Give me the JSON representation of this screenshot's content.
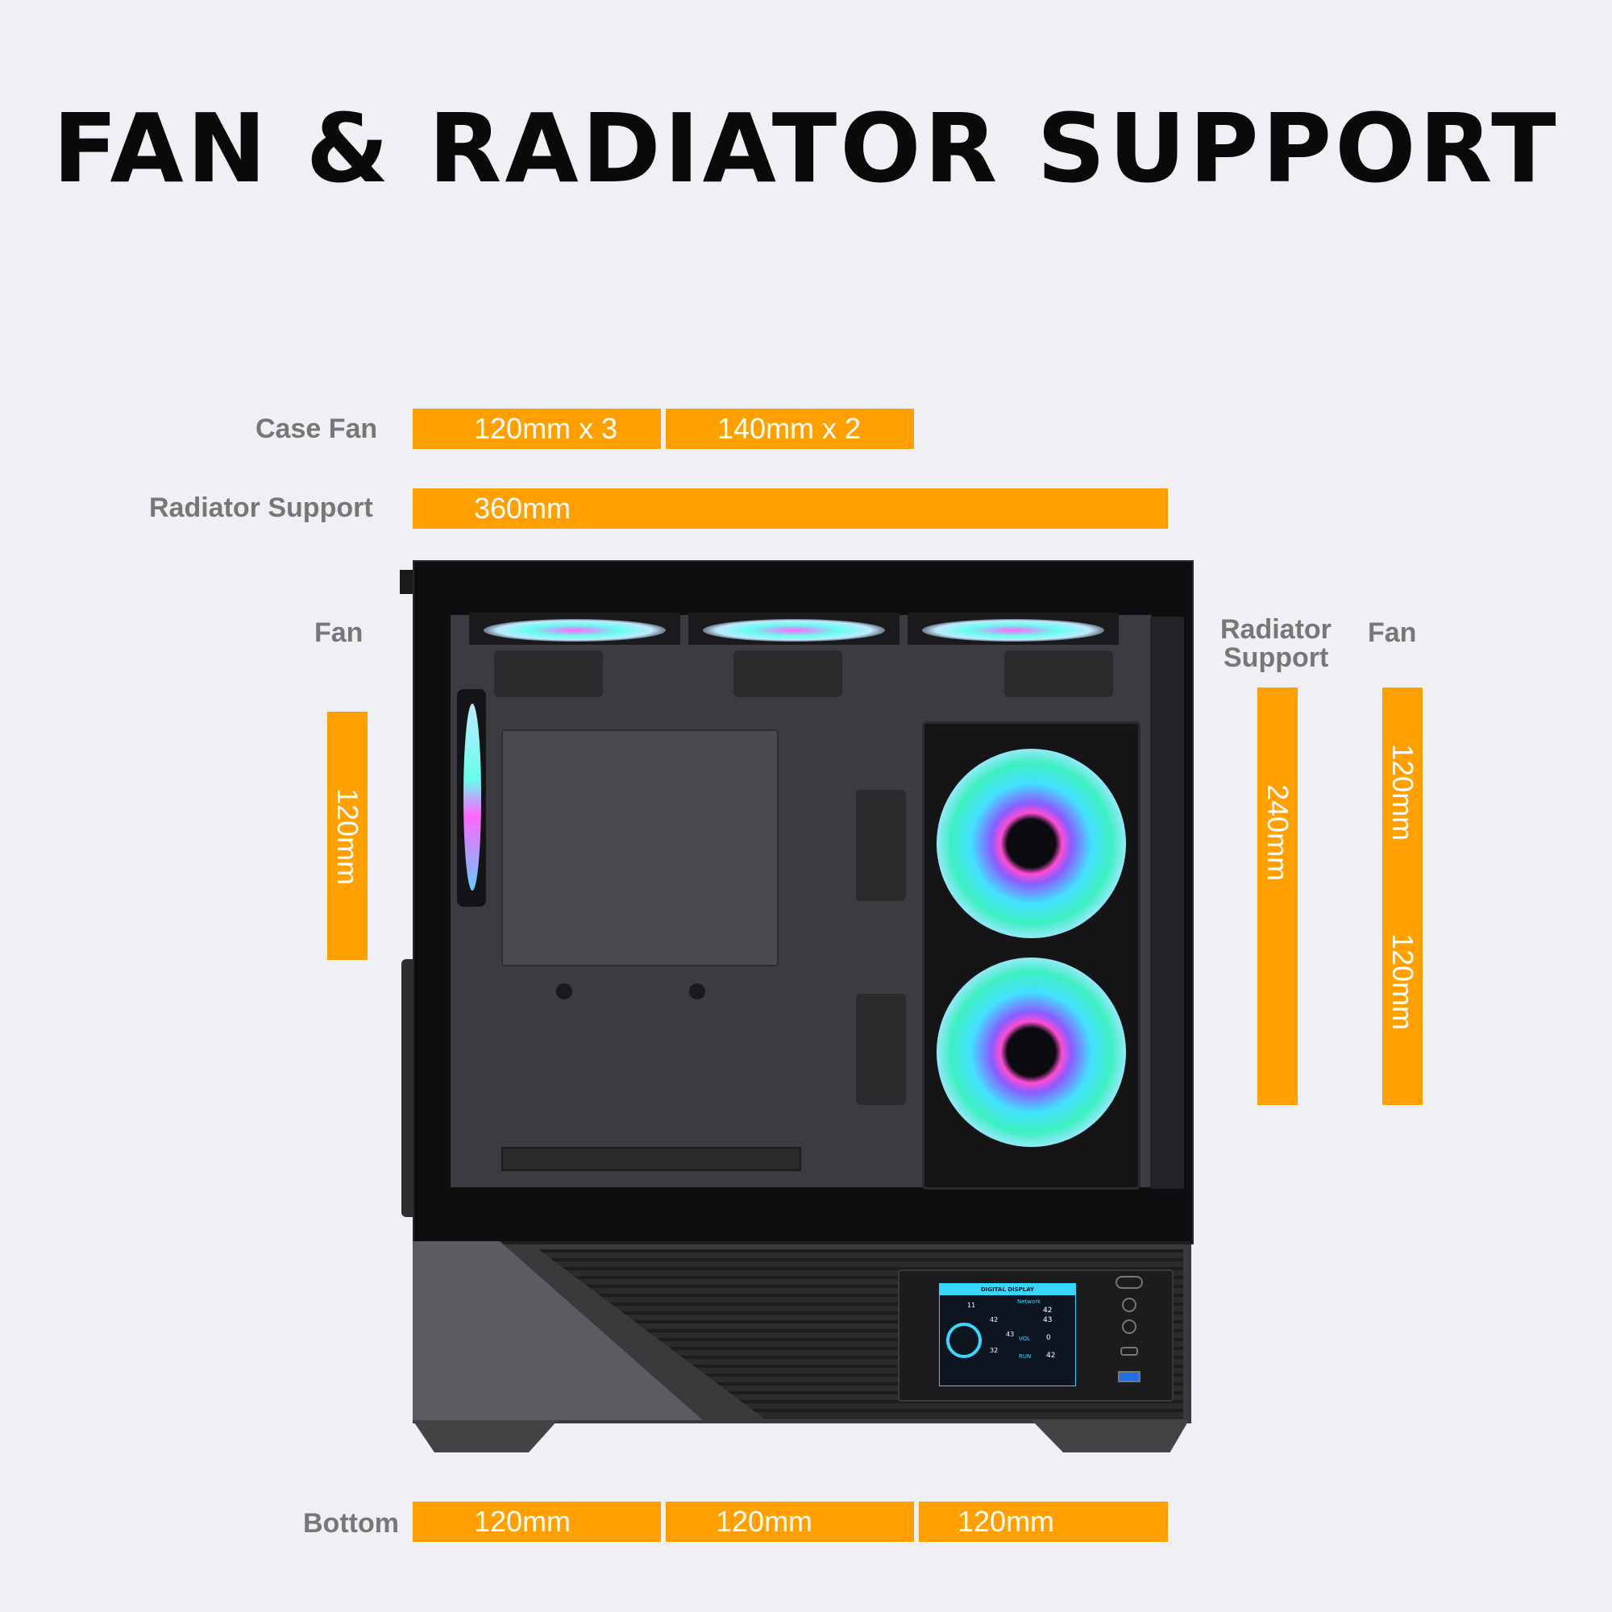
{
  "title": "FAN & RADIATOR SUPPORT",
  "top_specs": {
    "case_fan_label": "Case Fan",
    "case_fan_values": [
      "120mm x 3",
      "140mm x 2"
    ],
    "radiator_label": "Radiator Support",
    "radiator_value": "360mm"
  },
  "left_side": {
    "label": "Fan",
    "value": "120mm"
  },
  "right_side": {
    "radiator_label_line1": "Radiator",
    "radiator_label_line2": "Support",
    "radiator_value": "240mm",
    "fan_label": "Fan",
    "fan_values": [
      "120mm",
      "120mm"
    ]
  },
  "bottom_specs": {
    "label": "Bottom",
    "values": [
      "120mm",
      "120mm",
      "120mm"
    ]
  },
  "display": {
    "header": "DIGITAL DISPLAY",
    "network": "Network",
    "readouts": [
      "11",
      "42",
      "43",
      "32",
      "42",
      "43",
      "0",
      "42"
    ],
    "vol": "VOL",
    "run": "RUN"
  },
  "colors": {
    "accent": "#ff9f00",
    "background": "#eef0f4",
    "label_gray": "#777777",
    "case_dark": "#2a2a2e"
  }
}
